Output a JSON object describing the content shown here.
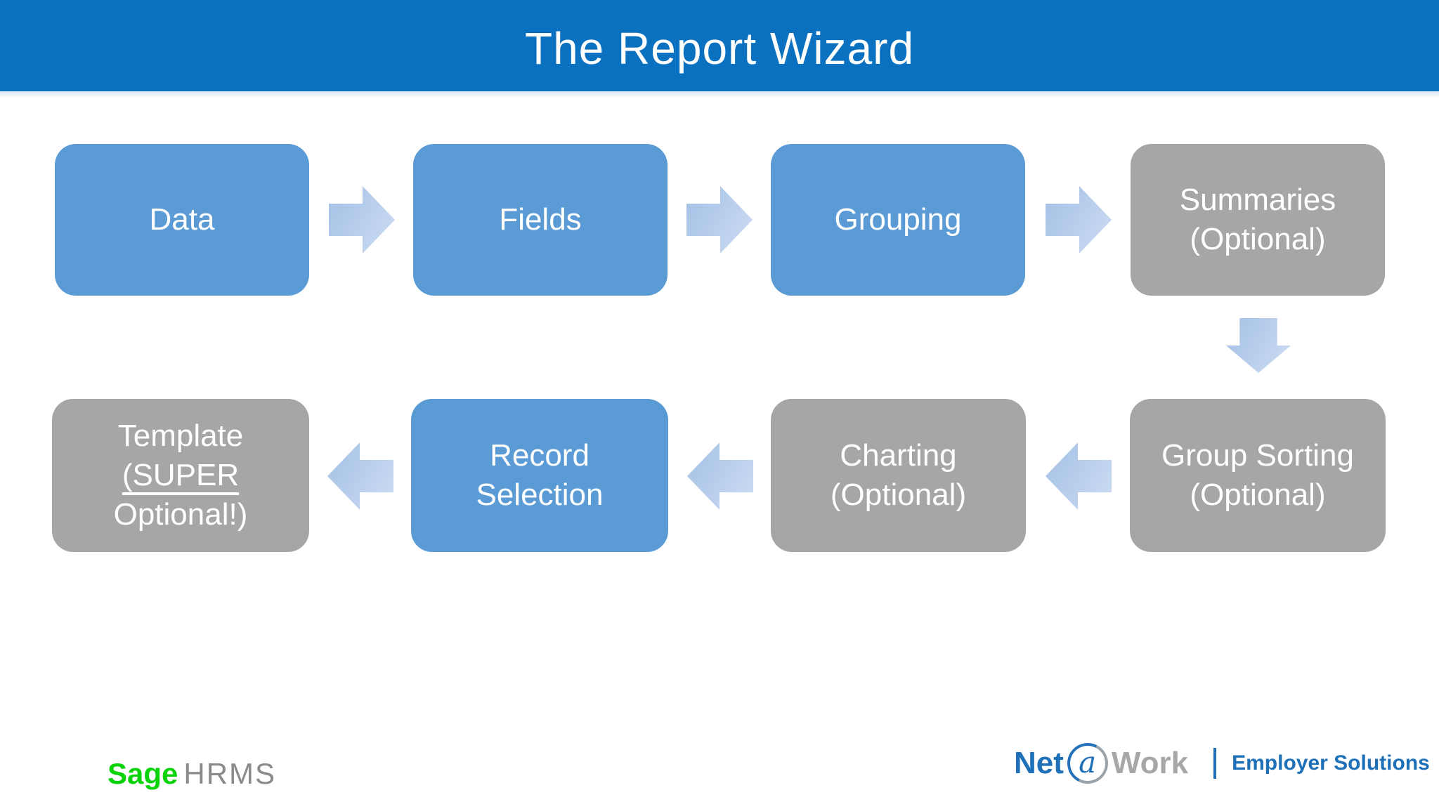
{
  "slide": {
    "title": "The Report Wizard"
  },
  "colors": {
    "header_blue": "#0A70C0",
    "box_blue": "#5B9BD5",
    "box_gray": "#A6A6A6",
    "arrow_blue": "#B5CDEC",
    "sage_green": "#0BD30B",
    "logo_blue": "#1E70B8",
    "logo_gray": "#A7A7A7",
    "text_white": "#FFFFFF"
  },
  "flow": {
    "boxes": {
      "data": {
        "label": "Data"
      },
      "fields": {
        "label": "Fields"
      },
      "grouping": {
        "label": "Grouping"
      },
      "summaries": {
        "line1": "Summaries",
        "line2": "(Optional)"
      },
      "group_sorting": {
        "line1": "Group Sorting",
        "line2": "(Optional)"
      },
      "charting": {
        "line1": "Charting",
        "line2": "(Optional)"
      },
      "record_selection": {
        "line1": "Record",
        "line2": "Selection"
      },
      "template": {
        "line1": "Template",
        "line2": "(SUPER",
        "line3": "Optional!)"
      }
    },
    "icons": {
      "right": "arrow-right-icon",
      "down": "arrow-down-icon",
      "left": "arrow-left-icon"
    }
  },
  "footer": {
    "sage_brand": "Sage",
    "sage_product": "HRMS",
    "naw_net": "Net",
    "naw_at": "a",
    "naw_work": "Work",
    "naw_tagline": "Employer Solutions"
  }
}
